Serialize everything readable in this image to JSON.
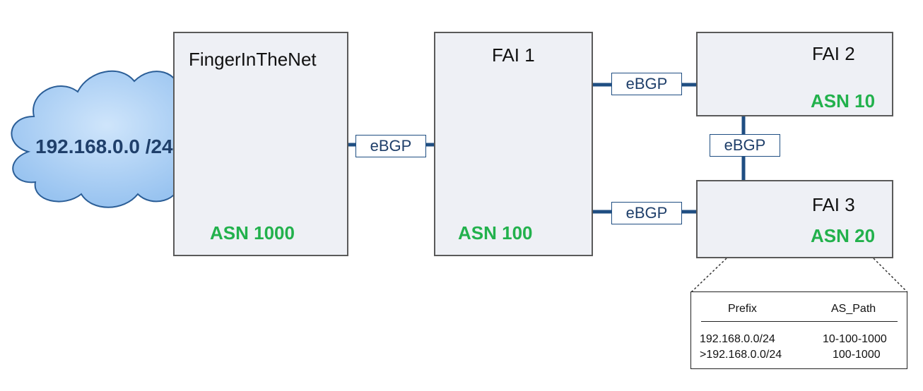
{
  "cloud": {
    "prefix": "192.168.0.0 /24"
  },
  "boxes": {
    "fingerinthenet": {
      "title": "FingerInTheNet",
      "asn": "ASN 1000"
    },
    "fai1": {
      "title": "FAI 1",
      "asn": "ASN 100"
    },
    "fai2": {
      "title": "FAI 2",
      "asn": "ASN 10"
    },
    "fai3": {
      "title": "FAI 3",
      "asn": "ASN 20"
    }
  },
  "links": {
    "fingerinthenet_fai1": "eBGP",
    "fai1_fai2": "eBGP",
    "fai2_fai3": "eBGP",
    "fai1_fai3": "eBGP"
  },
  "rib_table": {
    "headers": [
      "Prefix",
      "AS_Path"
    ],
    "rows": [
      {
        "prefix": "192.168.0.0/24",
        "as_path": "10-100-1000"
      },
      {
        "prefix": ">192.168.0.0/24",
        "as_path": "100-1000"
      }
    ]
  },
  "colors": {
    "arrow": "#1f4e82",
    "asn_green": "#22b14c",
    "cloud_fill": "#a9cef5",
    "cloud_stroke": "#2b5e97",
    "box_fill": "#eef0f5"
  }
}
